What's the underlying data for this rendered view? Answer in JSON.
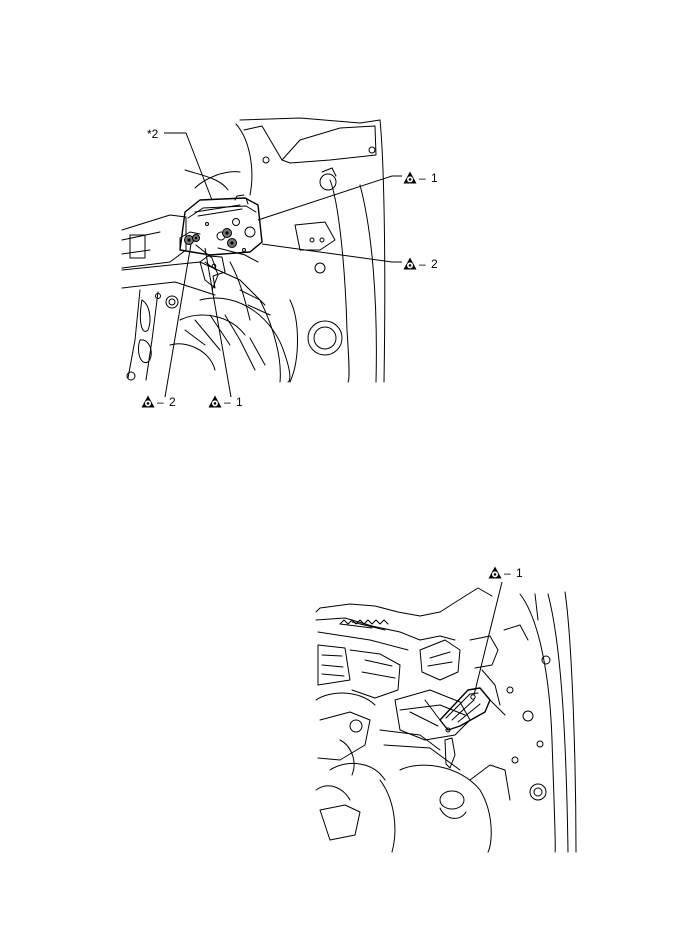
{
  "figure_top": {
    "callouts": [
      {
        "id": "star2",
        "text": "*2"
      },
      {
        "id": "top_right_1",
        "text": "1",
        "prefix": "–"
      },
      {
        "id": "top_right_2",
        "text": "2",
        "prefix": "–"
      },
      {
        "id": "bottom_left_2",
        "text": "2",
        "prefix": "–"
      },
      {
        "id": "bottom_mid_1",
        "text": "1",
        "prefix": "–"
      }
    ]
  },
  "figure_bottom": {
    "callouts": [
      {
        "id": "top_1",
        "text": "1",
        "prefix": "–"
      }
    ]
  },
  "colors": {
    "line": "#000000",
    "background": "#ffffff",
    "highlight": "#777777"
  },
  "icons": {
    "torque_symbol": "triangle-with-circle-icon"
  }
}
